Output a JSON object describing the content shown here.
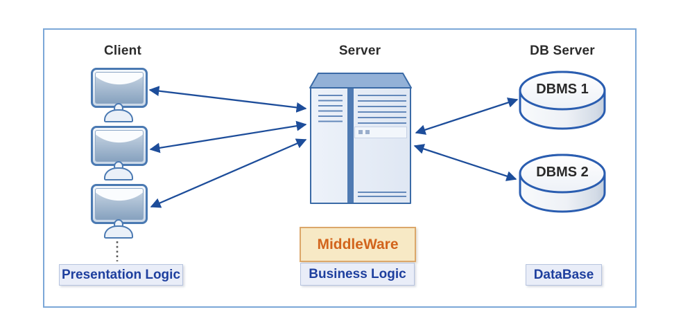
{
  "tiers": {
    "client": {
      "title": "Client",
      "layer_label": "Presentation Logic"
    },
    "server": {
      "title": "Server",
      "middleware_label": "MiddleWare",
      "layer_label": "Business Logic"
    },
    "db": {
      "title": "DB Server",
      "layer_label": "DataBase",
      "databases": [
        {
          "name": "DBMS 1"
        },
        {
          "name": "DBMS 2"
        }
      ]
    }
  },
  "colors": {
    "frame_border": "#7ba7d7",
    "arrow": "#1d4d9a",
    "node_outline": "#3a6aa6",
    "cylinder_outline": "#2a5db0",
    "server_top_face": "#93b1d7",
    "layer_label_text": "#1e3f9e",
    "layer_label_bg": "#e9edf8",
    "middleware_text": "#d2641c",
    "middleware_bg": "#f7e9c5",
    "middleware_border": "#dba76a",
    "title_text": "#2c2c2c"
  }
}
